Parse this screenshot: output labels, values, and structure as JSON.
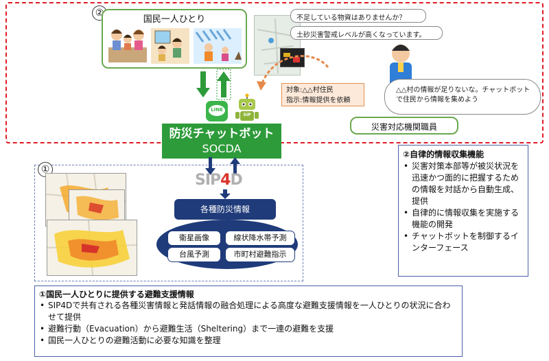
{
  "labels": {
    "num_top": "②",
    "num_left": "①",
    "citizen_title": "国民一人ひとり",
    "staff_title": "災害対応機関職員",
    "line_text": "LINE",
    "sip_text": "SIP",
    "sip_four": "4",
    "sip_d": "D",
    "robot_badge": "SIP"
  },
  "socda": {
    "title": "防災チャットボット",
    "subtitle": "SOCDA"
  },
  "bubbles": {
    "q1": "不足している物資はありませんか？",
    "q2": "土砂災害警戒レベルが高くなっています。",
    "staff_thought": "△△村の情報が足りないな。チャットボットで住民から情報を集めよう"
  },
  "instruction": {
    "line1": "対象:△△村住民",
    "line2": "指示:情報提供を依頼"
  },
  "info_center": {
    "title": "各種防災情報",
    "items": [
      "衛星画像",
      "線状降水帯予測",
      "台風予測",
      "市町村避難指示"
    ]
  },
  "panel2": {
    "heading": "②自律的情報収集機能",
    "bullets": [
      "災害対策本部等が被災状況を迅速かつ面的に把握するための情報を対話から自動生成、提供",
      "自律的に情報収集を実施する機能の開発",
      "チャットボットを制御するインターフェース"
    ]
  },
  "panel1": {
    "heading": "①国民一人ひとりに提供する避難支援情報",
    "bullets": [
      "SIP4Dで共有される各種災害情報と発話情報の融合処理による高度な避難支援情報を一人ひとりの状況に合わせて提供",
      "避難行動（Evacuation）から避難生活（Sheltering）まで一連の避難を支援",
      "国民一人ひとりの避難活動に必要な知識を整理"
    ]
  },
  "colors": {
    "accent_green": "#2e9b3a",
    "navy": "#1f3b7a",
    "red_dash": "#e01b24",
    "arrow_orange": "#e5894a"
  }
}
